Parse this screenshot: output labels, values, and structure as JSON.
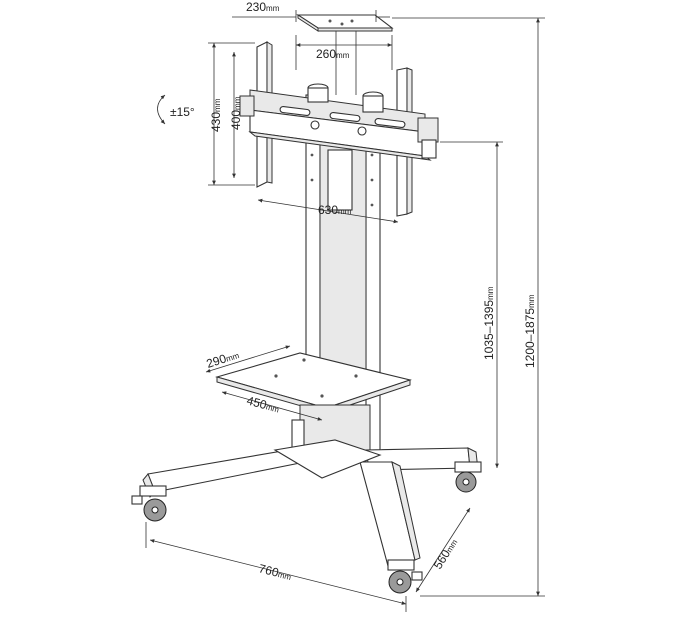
{
  "diagram": {
    "dimensions": {
      "top_plate_width": "230",
      "top_plate_depth": "260",
      "bracket_height_outer": "430",
      "bracket_height_inner": "400",
      "tilt": "±15°",
      "bracket_width": "630",
      "shelf_depth": "290",
      "shelf_width": "450",
      "base_width": "760",
      "base_depth": "560",
      "bracket_center_height": "1035–1395",
      "overall_height": "1200–1875",
      "unit": "mm"
    }
  }
}
